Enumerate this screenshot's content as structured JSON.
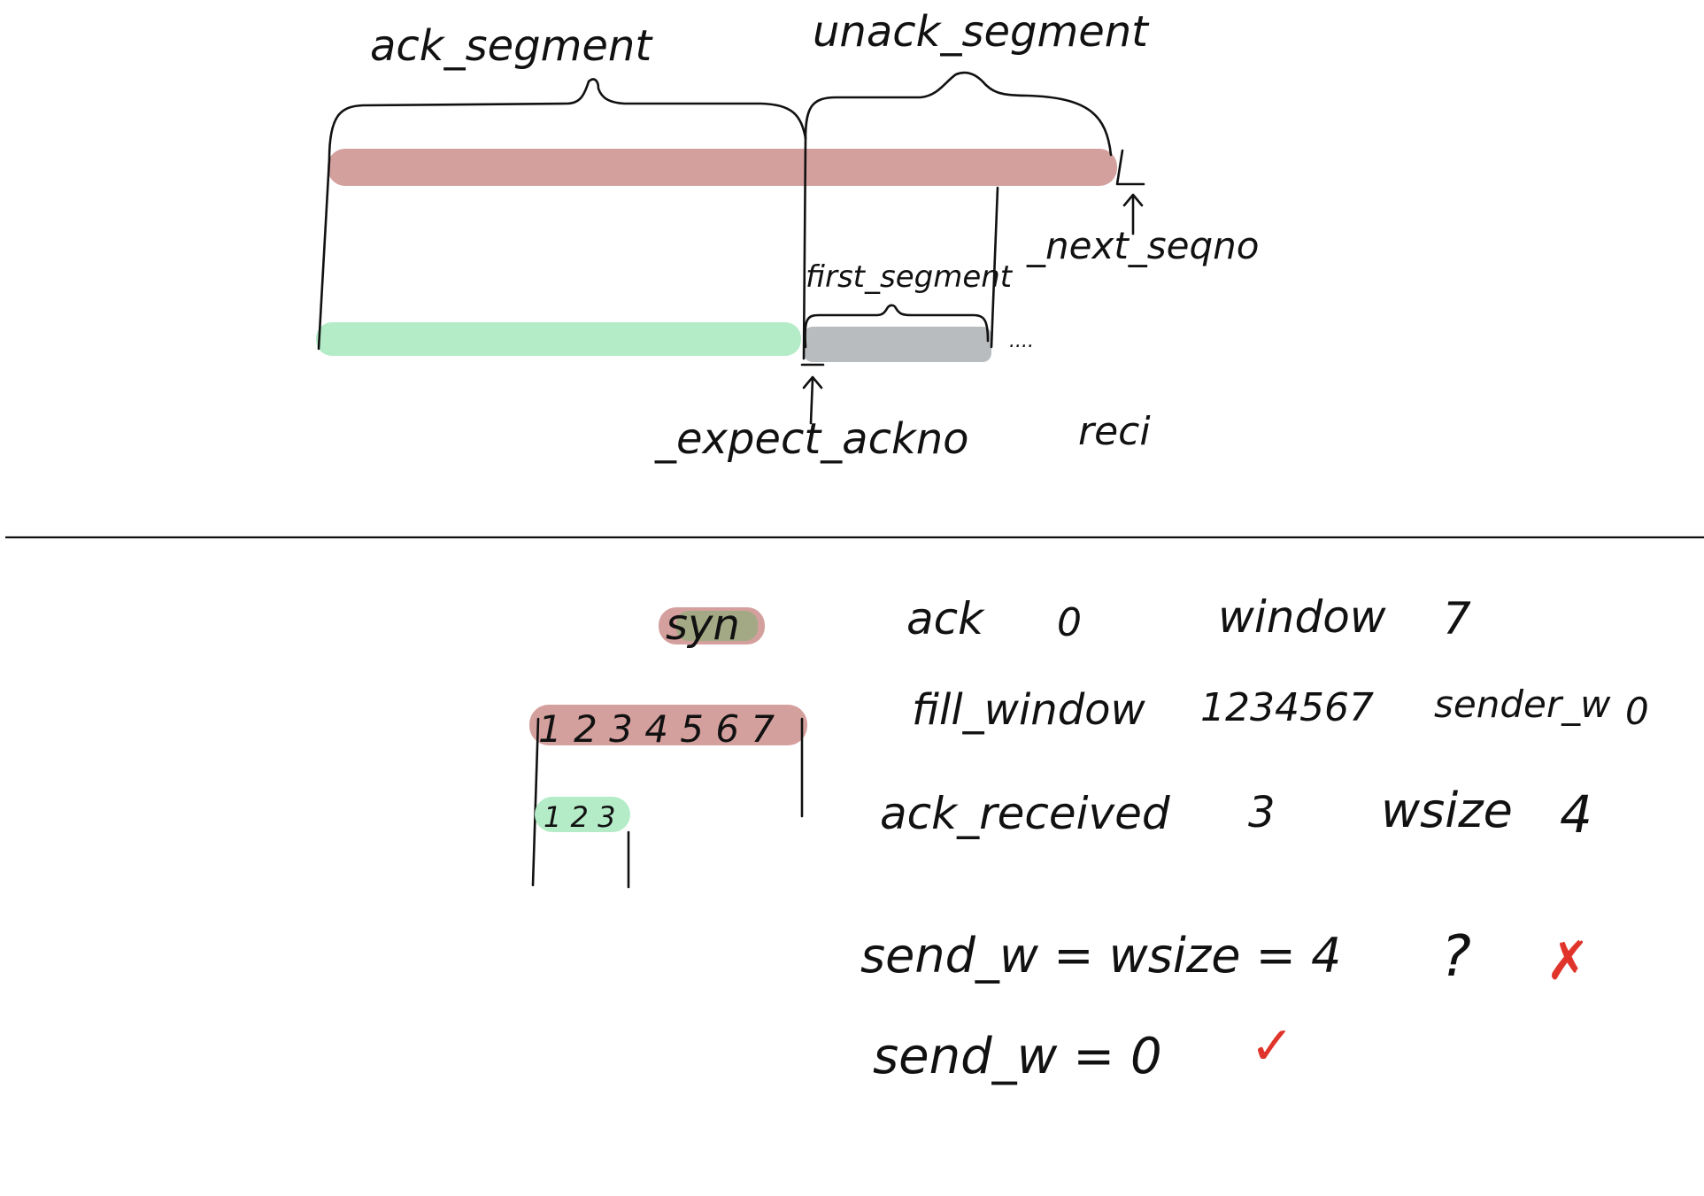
{
  "top_diagram": {
    "labels": {
      "ack_segment": "ack_segment",
      "unack_segment": "unack_segment",
      "first_segment": "first_segment",
      "next_seqno": "_next_seqno",
      "expect_ackno": "_expect_ackno",
      "dots": "....",
      "reci": "reci"
    },
    "colors": {
      "sent_bar": "#d4a09e",
      "acked_bar": "#b4ecc8",
      "unacked_bar": "#b9bcbe"
    }
  },
  "bottom_diagram": {
    "syn_label": "syn",
    "window_bar_label": "1 2 3 4 5 6 7",
    "received_bar_label": "1 2 3",
    "notes": {
      "ack": "ack",
      "ack_value": "0",
      "window": "window",
      "window_value": "7",
      "fill_window": "fill_window",
      "fill_window_value": "1234567",
      "sender_w": "sender_w",
      "sender_w_value": "0",
      "ack_received": "ack_received",
      "ack_received_value": "3",
      "wsize": "wsize",
      "wsize_value": "4",
      "eq1": "send_w = wsize = 4",
      "eq1_question": "?",
      "eq1_mark": "✗",
      "eq2": "send_w = 0",
      "eq2_mark": "✓"
    },
    "colors": {
      "syn_fill": "#9aaa80",
      "window_bar": "#d4a09e",
      "received_bar": "#b4ecc8",
      "mark_red": "#e0342a"
    }
  }
}
